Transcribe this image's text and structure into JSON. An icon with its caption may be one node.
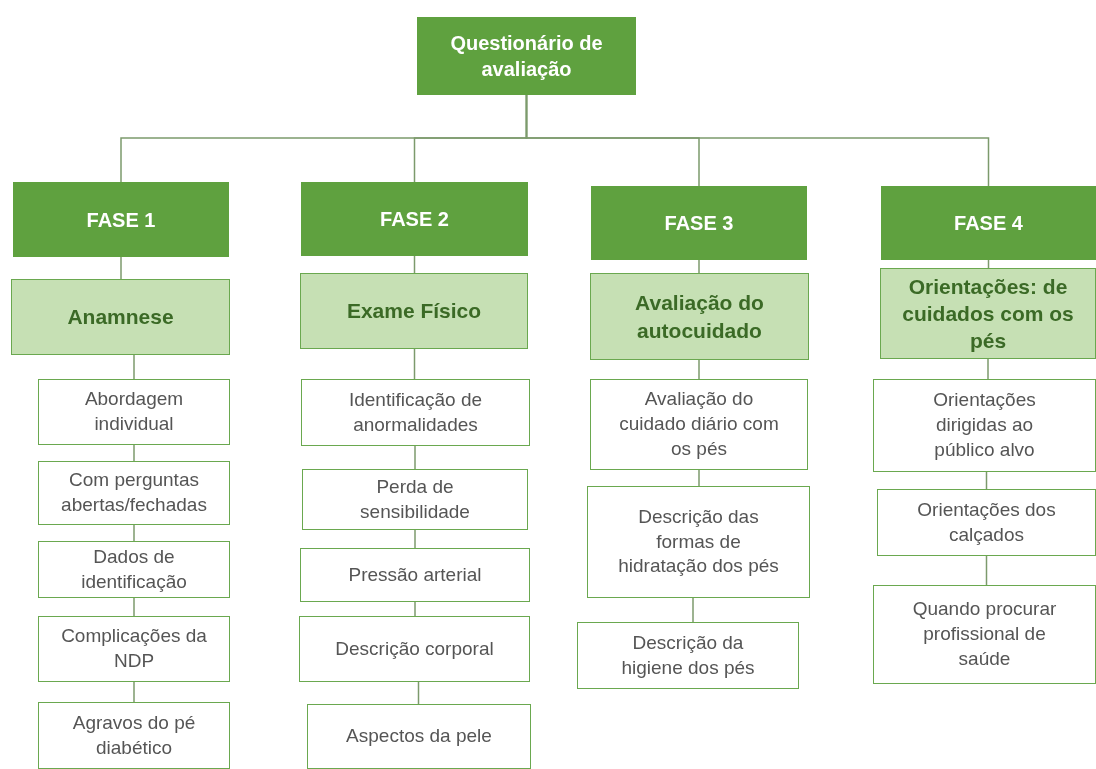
{
  "diagram": {
    "nodes": [
      {
        "text": [
          "Questionário de avaliação"
        ]
      },
      {
        "text": [
          "FASE 1"
        ]
      },
      {
        "text": [
          "FASE 2"
        ]
      },
      {
        "text": [
          "FASE 3"
        ]
      },
      {
        "text": [
          "FASE 4"
        ]
      },
      {
        "text": [
          "Anamnese"
        ]
      },
      {
        "text": [
          "Abordagem individual"
        ]
      },
      {
        "text": [
          "Com perguntas abertas/fechadas"
        ]
      },
      {
        "text": [
          "Dados de identificação"
        ]
      },
      {
        "text": [
          "Complicações da NDP"
        ]
      },
      {
        "text": [
          "Agravos do pé diabético"
        ]
      },
      {
        "text": [
          "Exame Físico"
        ]
      },
      {
        "text": [
          "Identificação de anormalidades"
        ]
      },
      {
        "text": [
          "Perda de sensibilidade"
        ]
      },
      {
        "text": [
          "Pressão arterial"
        ]
      },
      {
        "text": [
          "Descrição corporal"
        ]
      },
      {
        "text": [
          "Aspectos da pele"
        ]
      },
      {
        "text": [
          "Avaliação do autocuidado"
        ]
      },
      {
        "text": [
          "Avaliação do cuidado diário com os pés"
        ]
      },
      {
        "text": [
          "Descrição das formas de hidratação dos pés"
        ]
      },
      {
        "text": [
          "Descrição da higiene dos pés"
        ]
      },
      {
        "text": [
          "Orientações: de cuidados com os pés"
        ]
      },
      {
        "text": [
          "Orientações dirigidas ao público alvo"
        ]
      },
      {
        "text": [
          "Orientações dos calçados"
        ]
      },
      {
        "text": [
          "Quando procurar profissional de saúde"
        ]
      }
    ],
    "edges": [
      {
        "from": 0,
        "to": 1,
        "arrow": "none"
      },
      {
        "from": 0,
        "to": 2,
        "arrow": "none"
      },
      {
        "from": 0,
        "to": 3,
        "arrow": "none"
      },
      {
        "from": 0,
        "to": 4,
        "arrow": "none"
      },
      {
        "from": 1,
        "to": 5,
        "arrow": "none"
      },
      {
        "from": 5,
        "to": 6,
        "arrow": "none"
      },
      {
        "from": 6,
        "to": 7,
        "arrow": "none"
      },
      {
        "from": 7,
        "to": 8,
        "arrow": "none"
      },
      {
        "from": 8,
        "to": 9,
        "arrow": "none"
      },
      {
        "from": 9,
        "to": 10,
        "arrow": "none"
      },
      {
        "from": 2,
        "to": 11,
        "arrow": "none"
      },
      {
        "from": 11,
        "to": 12,
        "arrow": "none"
      },
      {
        "from": 12,
        "to": 13,
        "arrow": "none"
      },
      {
        "from": 13,
        "to": 14,
        "arrow": "none"
      },
      {
        "from": 14,
        "to": 15,
        "arrow": "none"
      },
      {
        "from": 15,
        "to": 16,
        "arrow": "none"
      },
      {
        "from": 3,
        "to": 17,
        "arrow": "none"
      },
      {
        "from": 17,
        "to": 18,
        "arrow": "none"
      },
      {
        "from": 18,
        "to": 19,
        "arrow": "none"
      },
      {
        "from": 19,
        "to": 20,
        "arrow": "none"
      },
      {
        "from": 4,
        "to": 21,
        "arrow": "none"
      },
      {
        "from": 21,
        "to": 22,
        "arrow": "none"
      },
      {
        "from": 22,
        "to": 23,
        "arrow": "none"
      },
      {
        "from": 23,
        "to": 24,
        "arrow": "none"
      }
    ]
  }
}
